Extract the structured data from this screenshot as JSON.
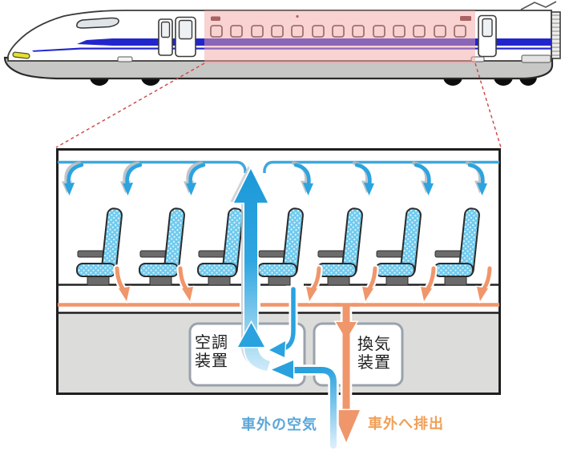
{
  "equipment": {
    "ac_unit": "空調\n装置",
    "vent_unit": "換気\n装置"
  },
  "flow_labels": {
    "outside_air": "車外の空気",
    "exhaust_out": "車外へ排出"
  },
  "counts": {
    "seats": 7,
    "train_windows": 13,
    "ceiling_supply_arrows": 7,
    "floor_exhaust_arrows": 6
  },
  "icons": {
    "supply-air-arrow": "downward curved blue arrows from ceiling duct",
    "riser-arrow": "large blue arrow from AC unit up to ceiling",
    "return-air-arrow": "thin blue arrow from floor vent into AC unit",
    "outside-air-arrow": "blue pipe arrow entering from under the car",
    "exhaust-arrow": "orange arrow through vent unit out of the car"
  },
  "colors": {
    "highlight_pink": "#f6cfcf",
    "supply_air_blue": "#2aa2df",
    "exhaust_air_orange": "#f0966b",
    "train_stripe_blue": "#2126cc",
    "seat_upholstery_blue": "#79cff0",
    "underfloor_gray": "#dcdcda",
    "outside_air_label": "#5aa7d8",
    "exhaust_label": "#f0a058"
  }
}
